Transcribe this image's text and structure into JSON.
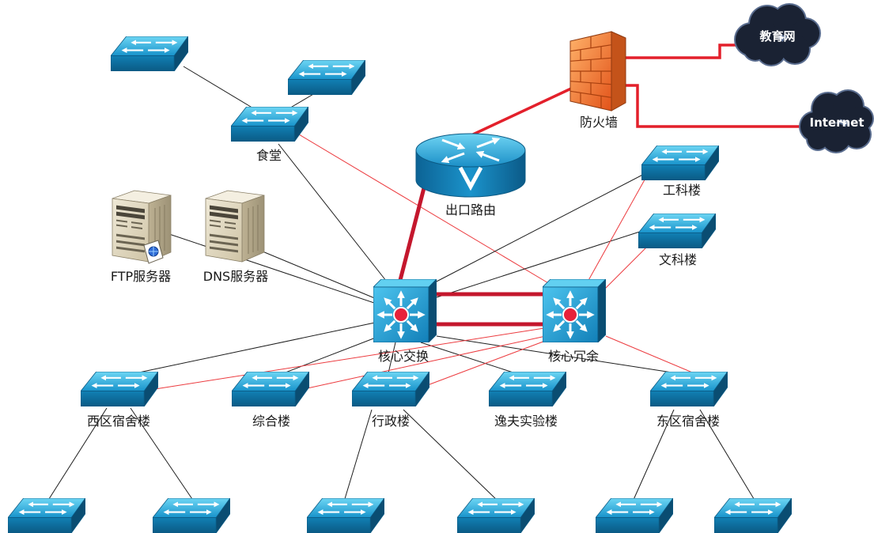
{
  "colors": {
    "background": "#ffffff",
    "trunk_link": "#c4172d",
    "wan_link": "#e3202b",
    "backup_link": "#ec3b3f",
    "access_link": "#1e1e1e",
    "label_text": "#1a1a1a"
  },
  "icons": [
    "switch-icon",
    "core-switch-icon",
    "router-icon",
    "firewall-icon",
    "cloud-icon",
    "server-icon",
    "globe-icon"
  ],
  "external": {
    "edu_network": "教育网",
    "internet": "Internet"
  },
  "firewall": {
    "label": "防火墙"
  },
  "router": {
    "label": "出口路由"
  },
  "servers": {
    "ftp": "FTP服务器",
    "dns": "DNS服务器"
  },
  "core": {
    "primary": "核心交换",
    "redundant": "核心冗余"
  },
  "buildings": {
    "canteen": "食堂",
    "engineering": "工科楼",
    "liberal_arts": "文科楼",
    "west_dorm": "西区宿舍楼",
    "general": "综合楼",
    "admin": "行政楼",
    "yifu_lab": "逸夫实验楼",
    "east_dorm": "东区宿舍楼"
  }
}
